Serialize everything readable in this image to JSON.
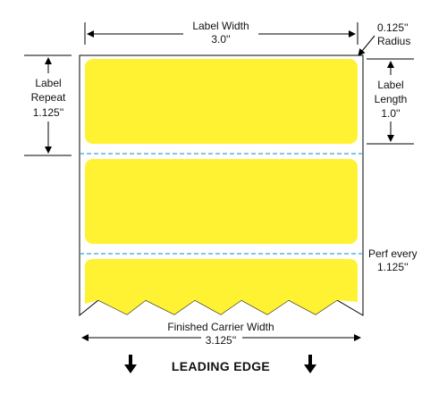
{
  "diagram": {
    "label_width_title": "Label Width",
    "label_width_value": "3.0''",
    "radius_value": "0.125''",
    "radius_title": "Radius",
    "label_repeat_title_1": "Label",
    "label_repeat_title_2": "Repeat",
    "label_repeat_value": "1.125''",
    "label_length_title_1": "Label",
    "label_length_title_2": "Length",
    "label_length_value": "1.0''",
    "perf_title": "Perf every",
    "perf_value": "1.125''",
    "carrier_width_title": "Finished Carrier Width",
    "carrier_width_value": "3.125''",
    "leading_edge": "LEADING EDGE"
  },
  "colors": {
    "label_fill": "#FFF233",
    "perforation_line": "#3AA0DA",
    "line": "#000000"
  }
}
